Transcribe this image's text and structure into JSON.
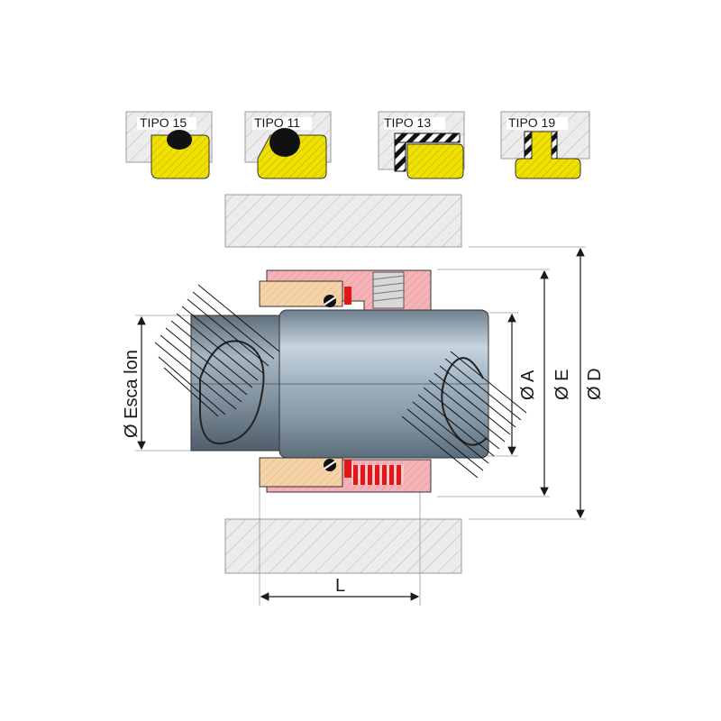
{
  "seal_types": [
    {
      "label": "TIPO 15"
    },
    {
      "label": "TIPO 11"
    },
    {
      "label": "TIPO 13"
    },
    {
      "label": "TIPO 19"
    }
  ],
  "dimensions": {
    "escalon": "Ø Esca lon",
    "a": "Ø A",
    "e": "Ø E",
    "d": "Ø D",
    "l": "L"
  },
  "colors": {
    "housing_hatch": "#c8c8c8",
    "seal_face": "#f0e000",
    "rotary_face": "#f6d3a6",
    "stationary_body": "#f5b3b8",
    "spring": "#e01818",
    "shaft": "#9fb2c2"
  }
}
